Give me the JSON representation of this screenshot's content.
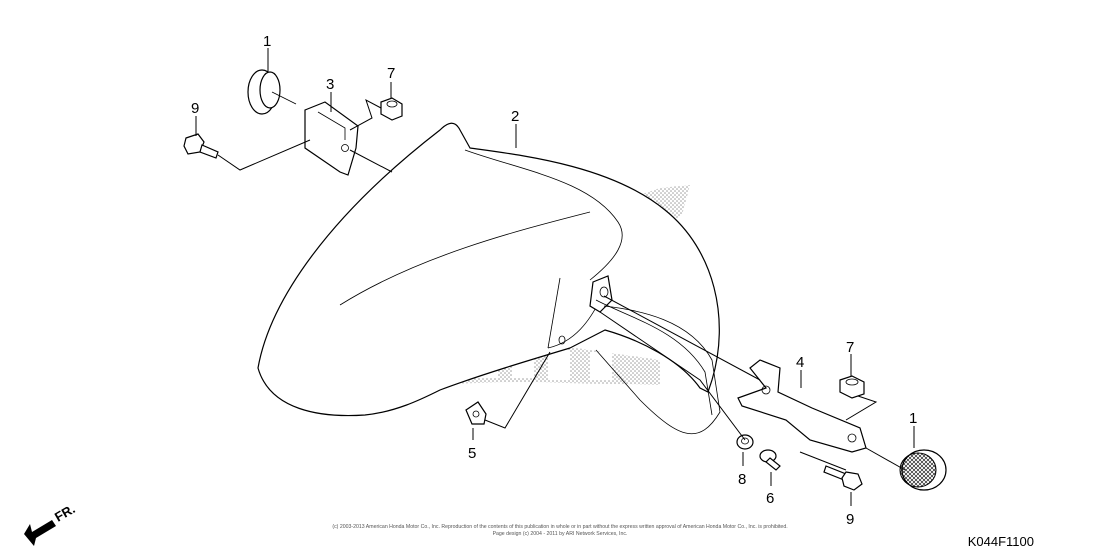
{
  "diagram": {
    "callouts": {
      "c1_top": "1",
      "c3": "3",
      "c7_top": "7",
      "c9_top": "9",
      "c2": "2",
      "c5": "5",
      "c4": "4",
      "c7_right": "7",
      "c1_right": "1",
      "c8": "8",
      "c6": "6",
      "c9_bottom": "9"
    },
    "direction_label": "FR.",
    "copyright_line1": "(c) 2003-2013 American Honda Motor Co., Inc. Reproduction of the contents of this publication in whole or in part without the express written approval of American Honda Motor Co., Inc. is prohibited.",
    "copyright_line2": "Page design (c) 2004 - 2011 by ARI Network Services, Inc.",
    "figure_code": "K044F1100"
  }
}
